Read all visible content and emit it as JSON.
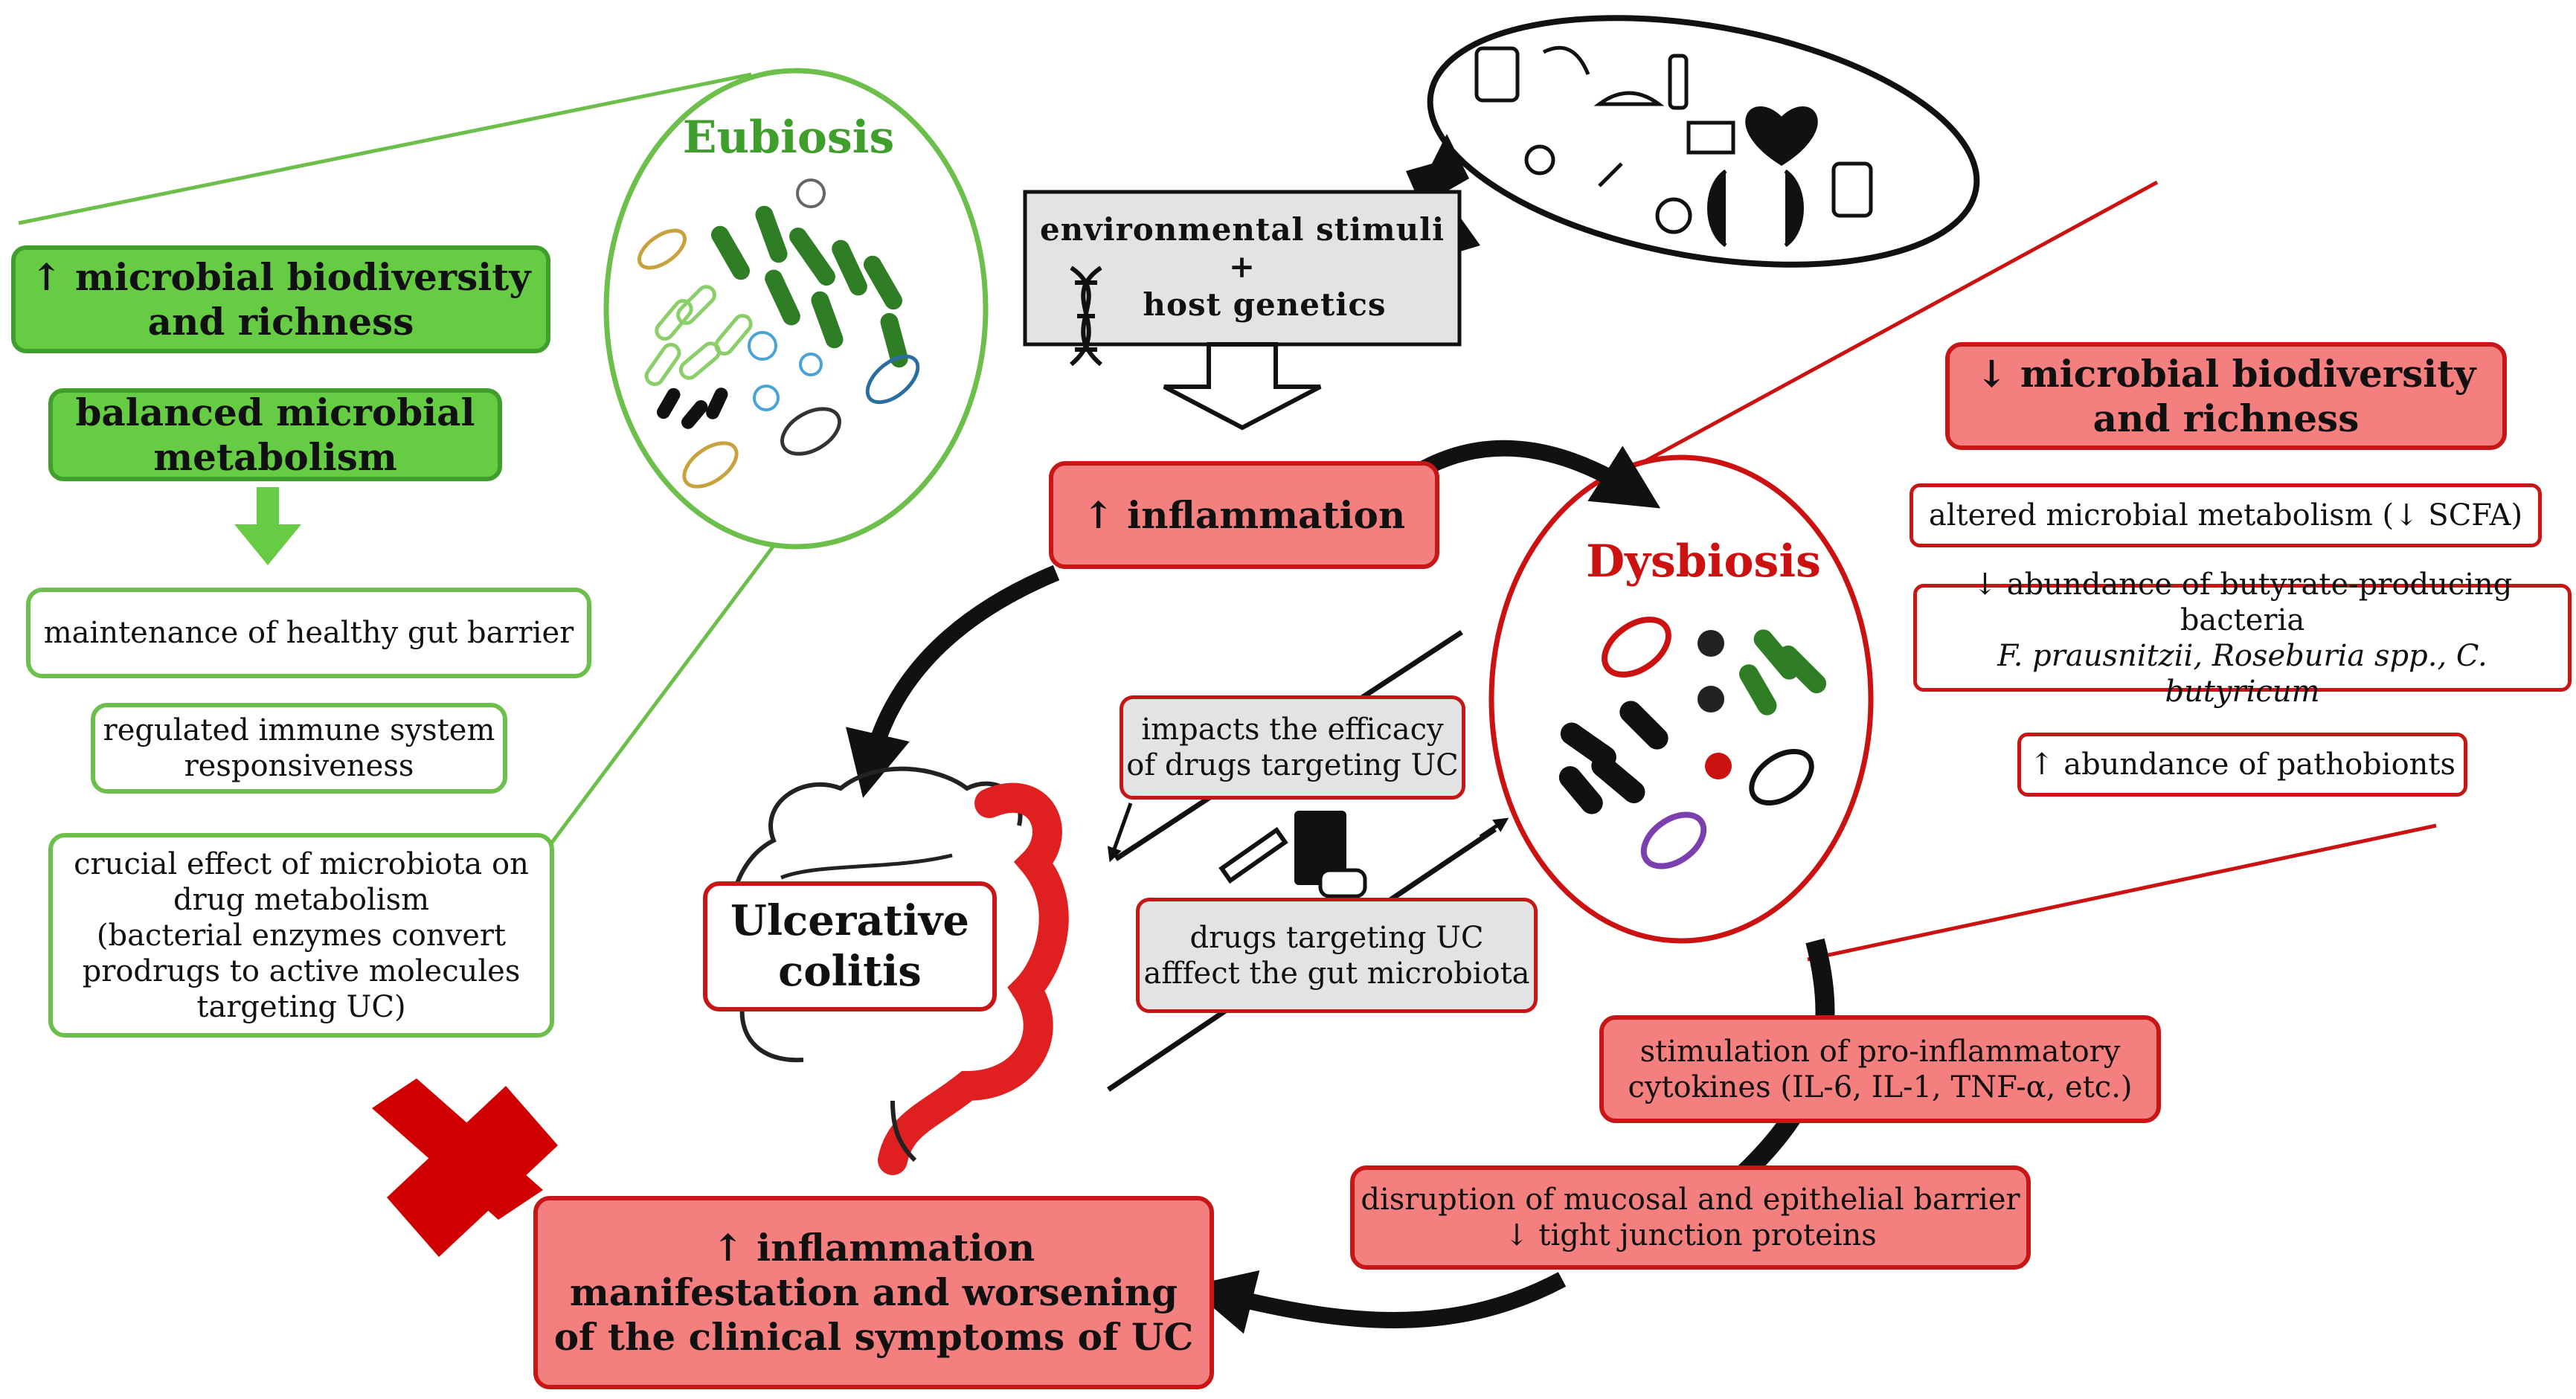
{
  "eubiosis": {
    "title": "Eubiosis",
    "biodiversity": [
      "↑ microbial biodiversity",
      "and richness"
    ],
    "metabolism": [
      "balanced microbial",
      "metabolism"
    ],
    "gut_barrier": "maintenance of healthy gut barrier",
    "immune": [
      "regulated immune system",
      "responsiveness"
    ],
    "drug_effect": [
      "crucial effect of microbiota on",
      "drug metabolism",
      "(bacterial enzymes convert",
      "prodrugs to active molecules",
      "targeting UC)"
    ]
  },
  "center": {
    "stimuli": [
      "environmental stimuli",
      "+",
      "host genetics"
    ],
    "inflammation": "↑ inflammation",
    "uc": [
      "Ulcerative",
      "colitis"
    ],
    "impacts": [
      "impacts the efficacy",
      "of drugs targeting UC"
    ],
    "drugs_affect": [
      "drugs targeting UC",
      "afffect the gut microbiota"
    ],
    "outcome": [
      "↑ inflammation",
      "manifestation and worsening",
      "of the clinical symptoms of UC"
    ]
  },
  "dysbiosis": {
    "title": "Dysbiosis",
    "biodiversity": [
      "↓ microbial biodiversity",
      "and richness"
    ],
    "metabolism": "altered microbial metabolism (↓ SCFA)",
    "butyrate_line1": "↓ abundance of butyrate-producing bacteria",
    "butyrate_species": "F. prausnitzii, Roseburia spp., C. butyricum",
    "pathobionts": "↑ abundance of pathobionts",
    "cytokines": [
      "stimulation of pro-inflammatory",
      "cytokines (IL-6, IL-1, TNF-α, etc.)"
    ],
    "barrier": [
      "disruption of mucosal and epithelial barrier",
      "↓ tight junction proteins"
    ]
  },
  "colors": {
    "green": "#66cc44",
    "green_border": "#3f9e2c",
    "red": "#f47f7f",
    "red_border": "#c81515",
    "grey": "#e3e3e3"
  }
}
